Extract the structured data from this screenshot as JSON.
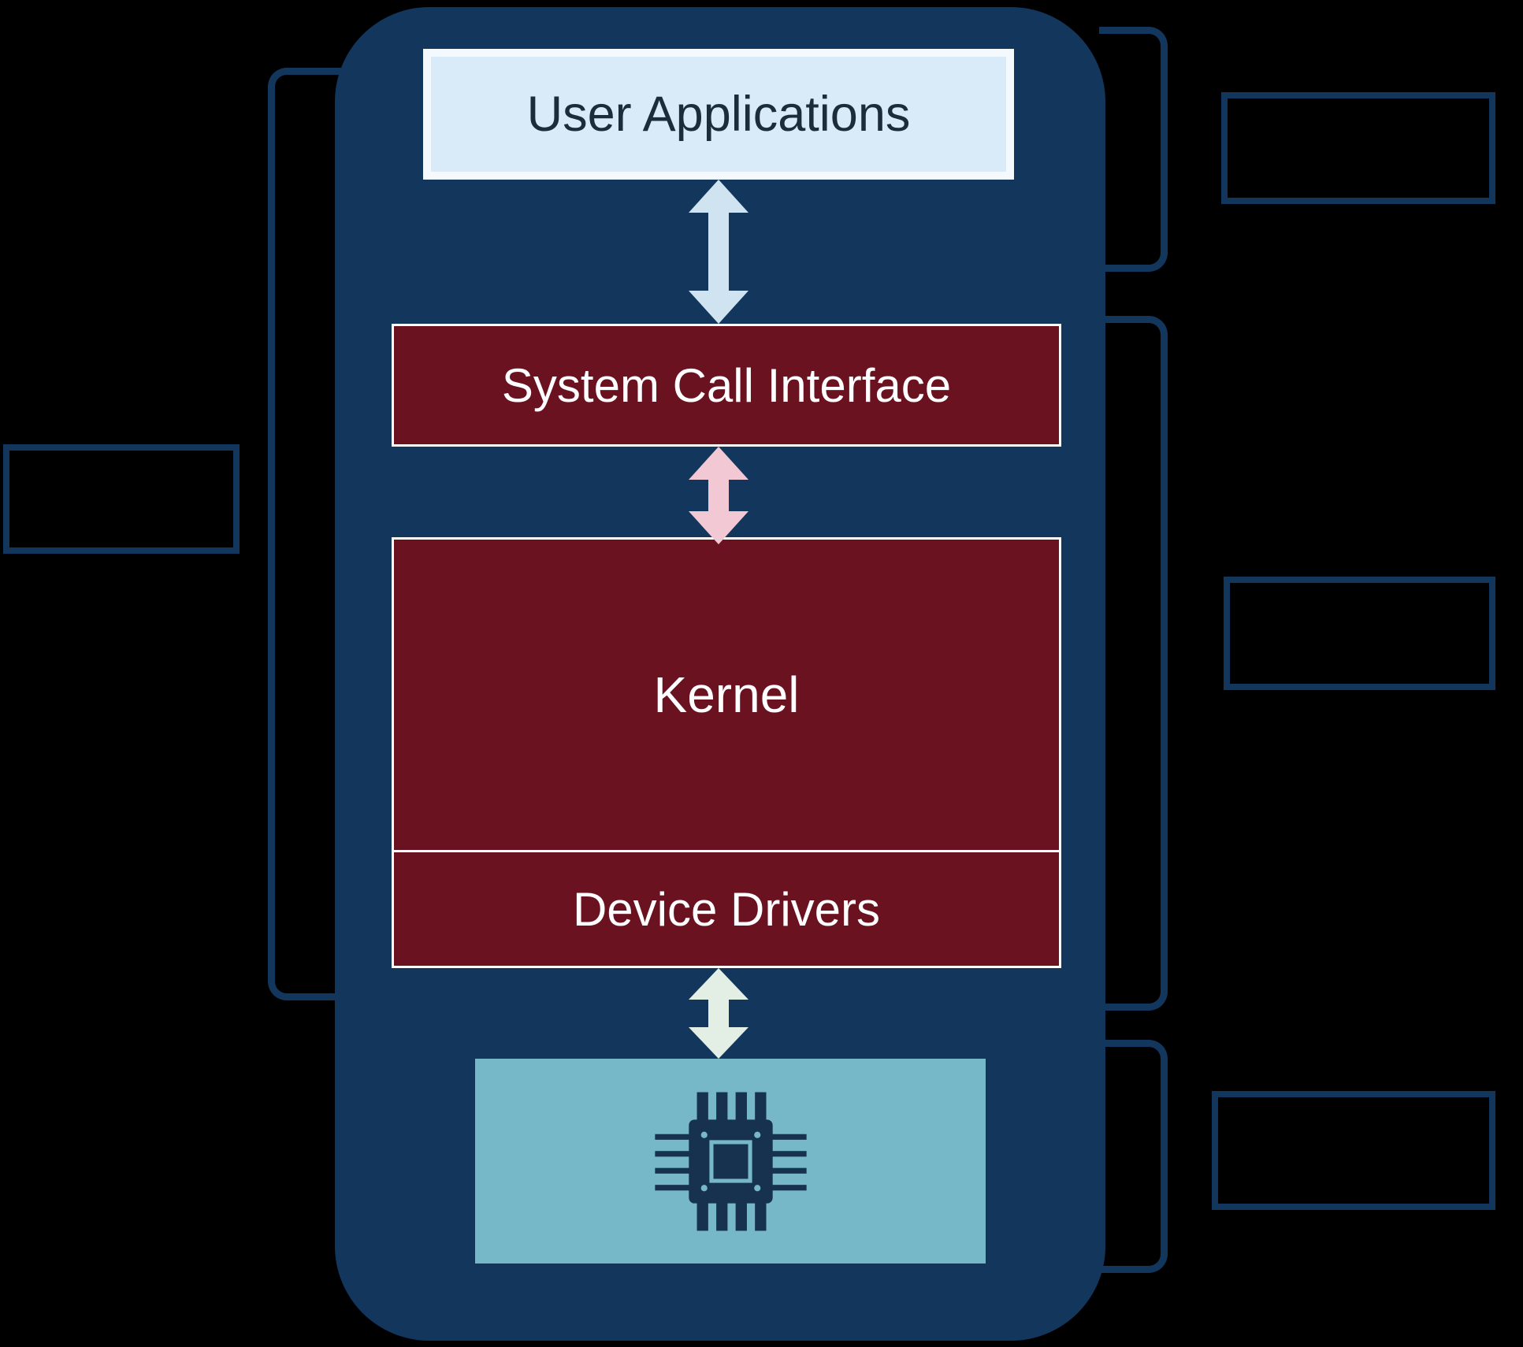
{
  "labels": {
    "user_applications": "User Applications",
    "system_call_interface": "System Call Interface",
    "kernel": "Kernel",
    "device_drivers": "Device Drivers"
  },
  "icons": {
    "hardware": "cpu-chip-icon"
  },
  "colors": {
    "background": "#000000",
    "panel_navy": "#12365c",
    "outline_navy": "#12365c",
    "user_apps_fill": "#d9eaf8",
    "user_apps_border": "#f4f9fd",
    "user_apps_text": "#1d2c3a",
    "maroon": "#6b1220",
    "box_border": "#ffffff",
    "arrow_blue": "#cfe4f0",
    "arrow_pink": "#f2c8d4",
    "arrow_green": "#e3efe5",
    "hardware_teal": "#76b8c8",
    "chip_dark": "#16324f",
    "label_text_light": "#ffffff"
  }
}
